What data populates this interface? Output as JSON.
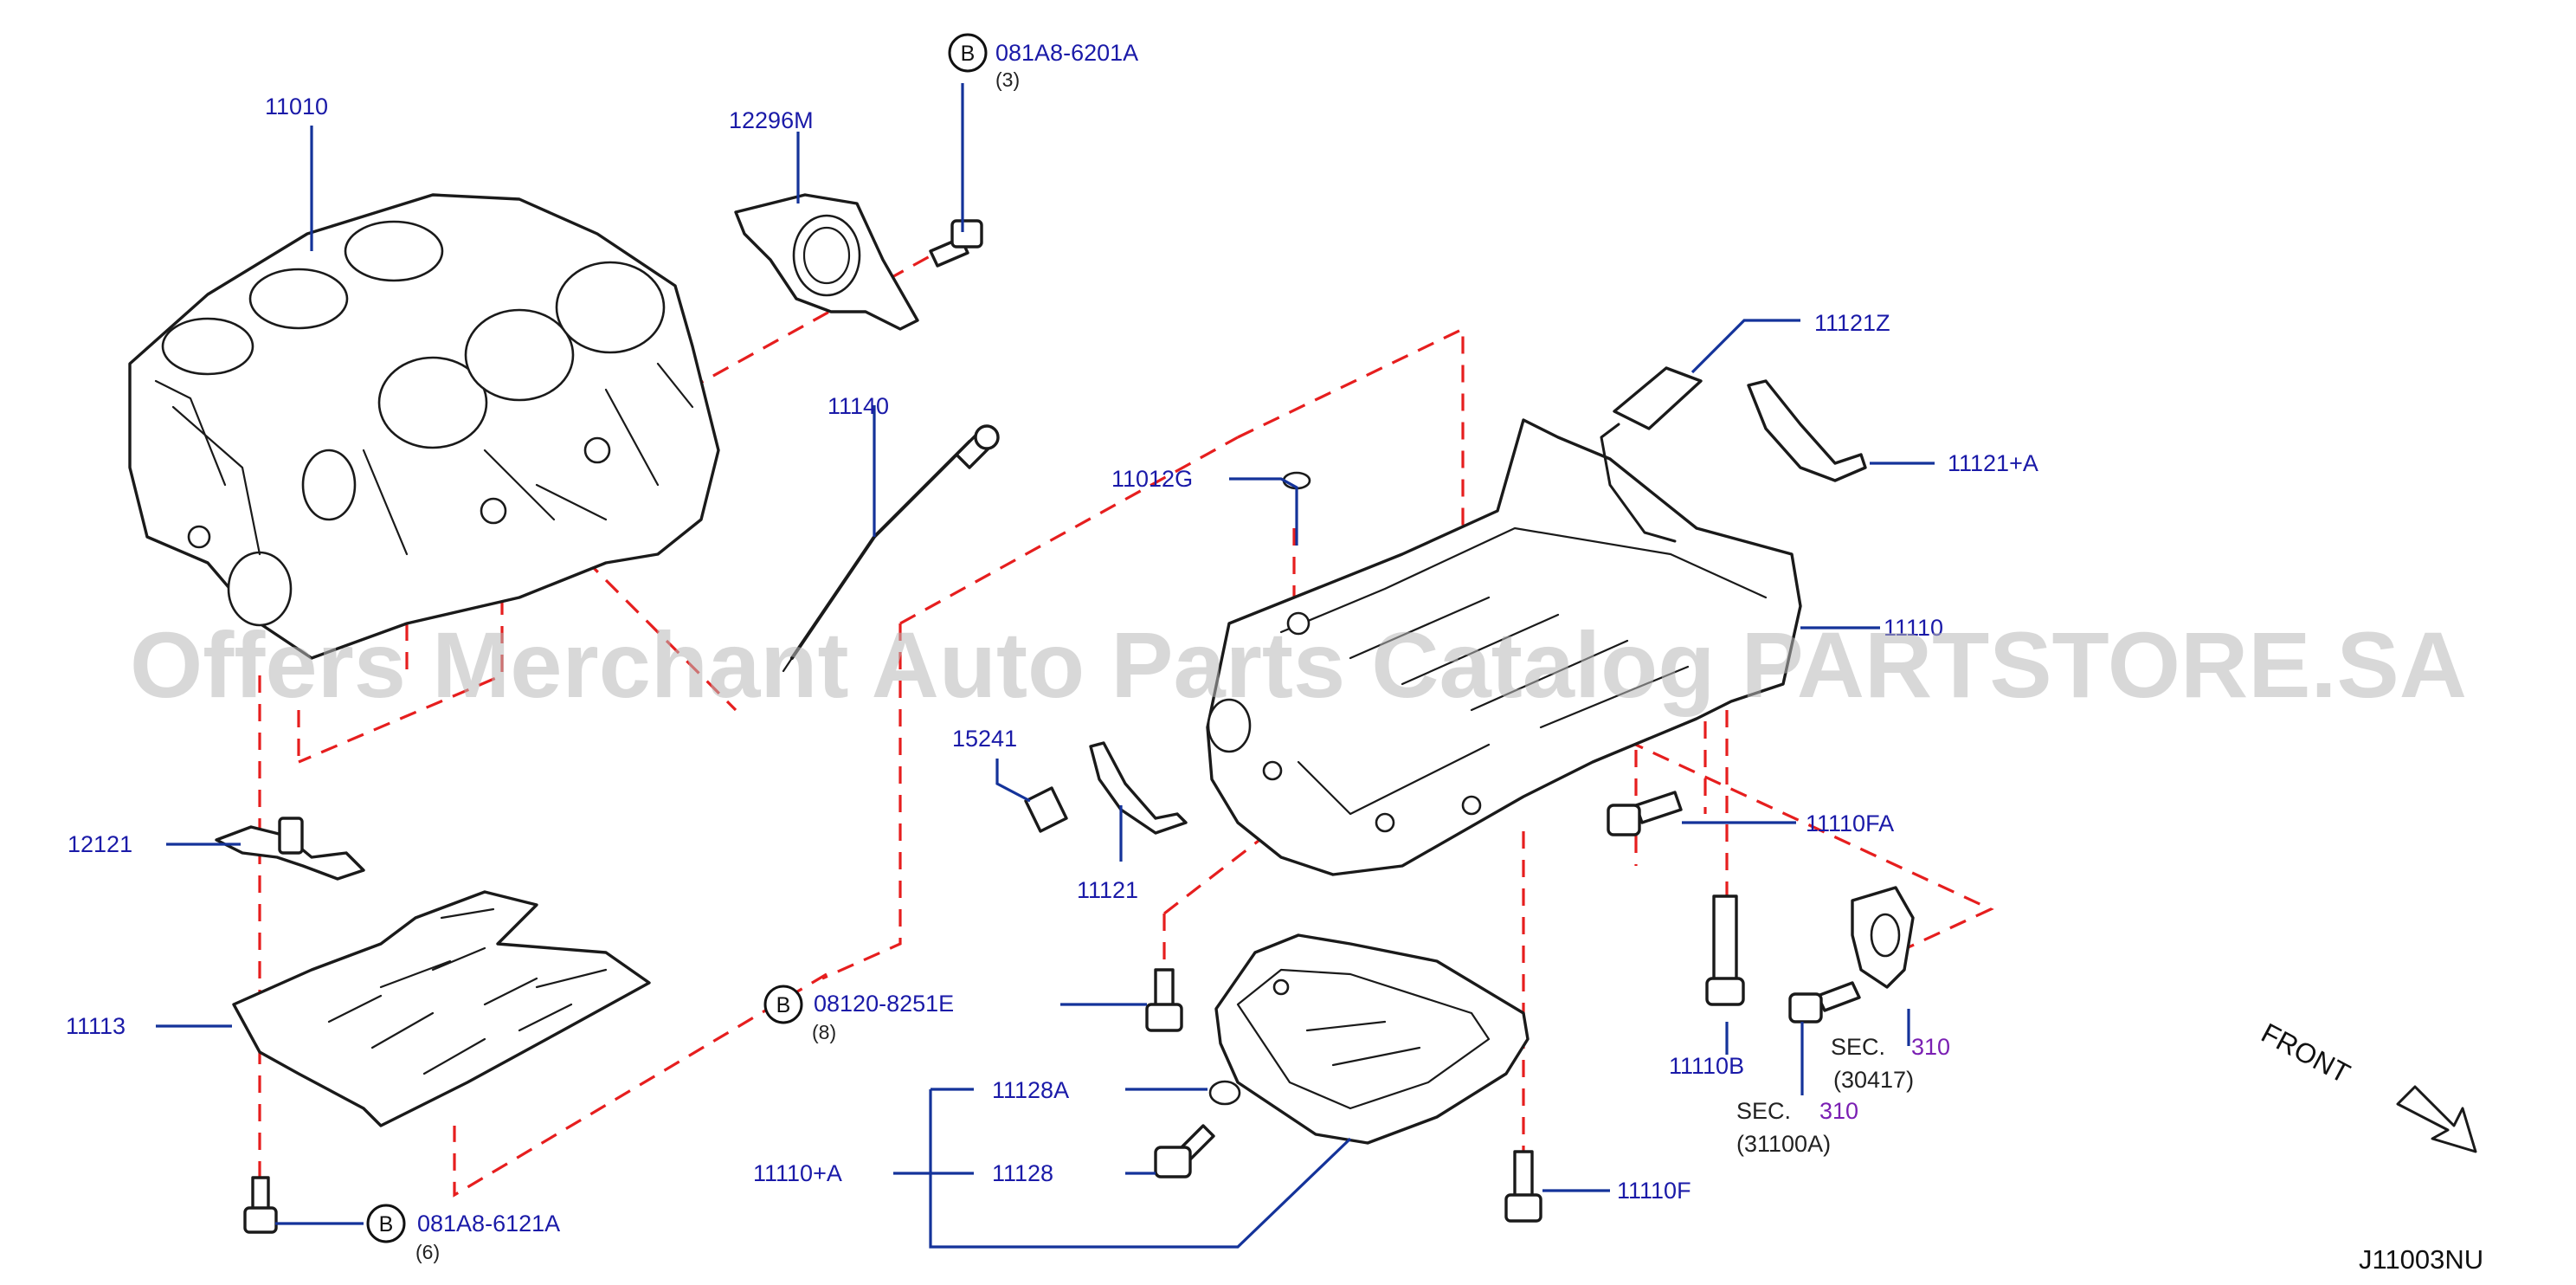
{
  "parts": {
    "p11010": "11010",
    "p12296m": "12296M",
    "p11140": "11140",
    "p11121z": "11121Z",
    "p11121a": "11121+A",
    "p11012g": "11012G",
    "p11110": "11110",
    "p15241": "15241",
    "p11121": "11121",
    "p11110fa": "11110FA",
    "p12121": "12121",
    "p11113": "11113",
    "p11110b": "11110B",
    "p11128a": "11128A",
    "p11110a": "11110+A",
    "p11128": "11128",
    "p11110f": "11110F"
  },
  "bolts": {
    "b1": {
      "marker": "B",
      "code": "081A8-6201A",
      "qty": "(3)"
    },
    "b2": {
      "marker": "B",
      "code": "08120-8251E",
      "qty": "(8)"
    },
    "b3": {
      "marker": "B",
      "code": "081A8-6121A",
      "qty": "(6)"
    }
  },
  "sections": {
    "s1": {
      "prefix": "SEC.",
      "num": "310",
      "ref": "(30417)"
    },
    "s2": {
      "prefix": "SEC.",
      "num": "310",
      "ref": "(31100A)"
    }
  },
  "front_label": "FRONT",
  "diagram_code": "J11003NU",
  "watermark": "Offers Merchant Auto Parts Catalog PARTSTORE.SA"
}
